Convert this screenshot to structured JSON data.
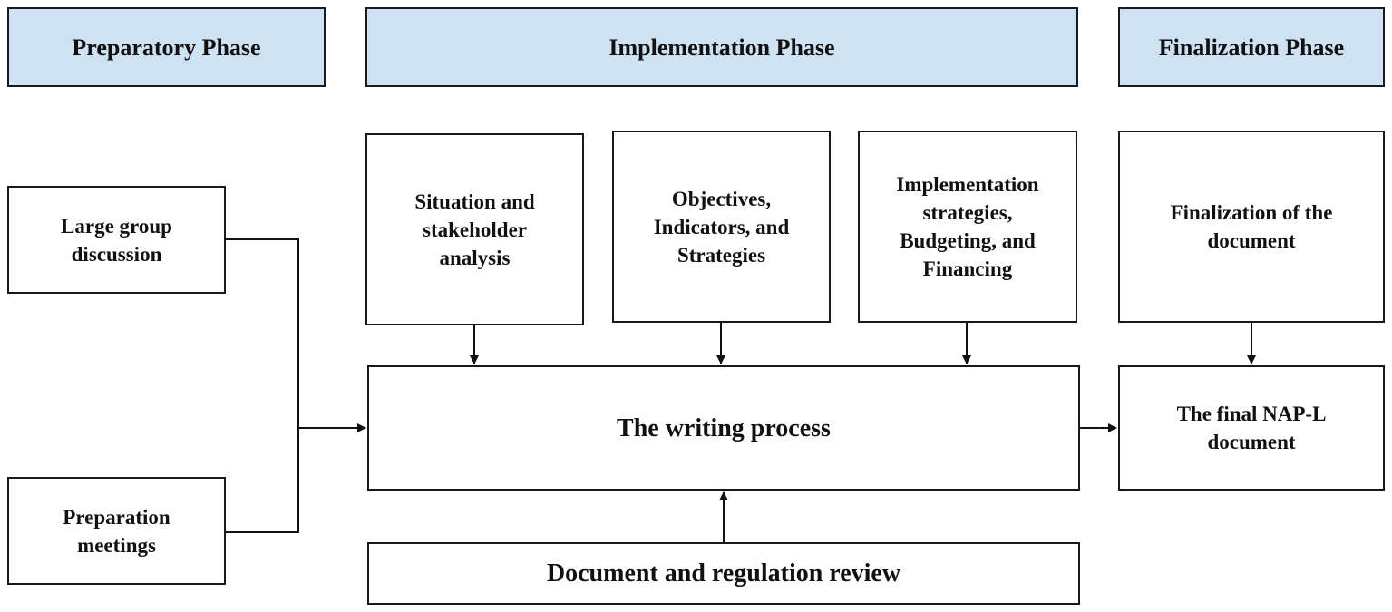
{
  "phases": {
    "preparatory": "Preparatory Phase",
    "implementation": "Implementation Phase",
    "finalization": "Finalization Phase"
  },
  "boxes": {
    "large_group": "Large group discussion",
    "preparation_meetings": "Preparation meetings",
    "situation": "Situation and stakeholder analysis",
    "objectives": "Objectives, Indicators, and Strategies",
    "implementation_strategies": "Implementation strategies, Budgeting, and Financing",
    "finalization_doc": "Finalization of the document",
    "writing_process": "The writing process",
    "final_document": "The final NAP-L document",
    "document_review": "Document and regulation review"
  }
}
